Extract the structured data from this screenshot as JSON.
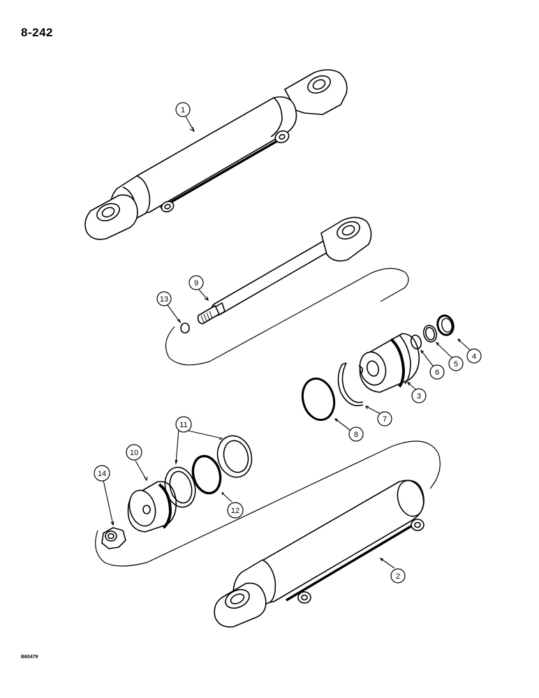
{
  "page_number": "8-242",
  "drawing_code": "B60479",
  "callouts": {
    "c1": "1",
    "c2": "2",
    "c3": "3",
    "c4": "4",
    "c5": "5",
    "c6": "6",
    "c7": "7",
    "c8": "8",
    "c9": "9",
    "c10": "10",
    "c11": "11",
    "c12": "12",
    "c13": "13",
    "c14": "14"
  },
  "colors": {
    "line": "#000000",
    "paper": "#ffffff"
  }
}
